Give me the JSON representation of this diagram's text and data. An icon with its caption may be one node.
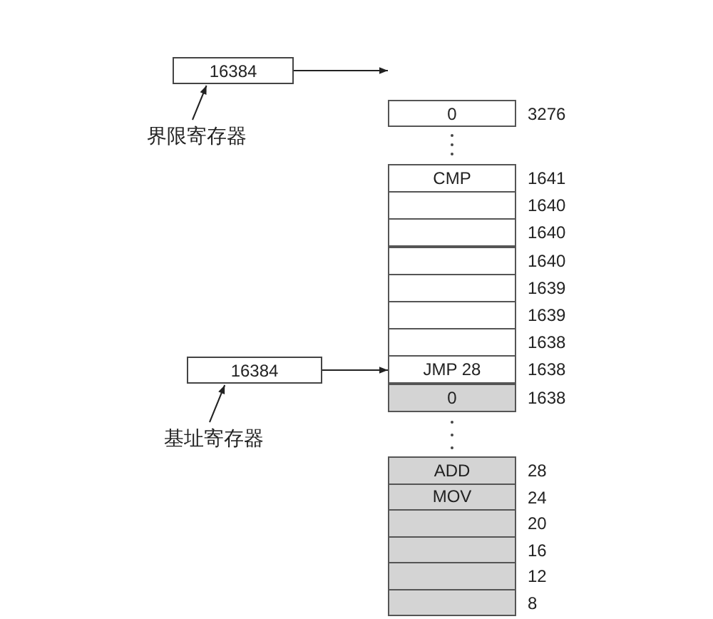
{
  "diagram": {
    "nodes": [
      {
        "text": [
          "16384"
        ]
      },
      {
        "text": [
          "界限寄存器"
        ]
      },
      {
        "text": [
          "0"
        ],
        "beside": [
          "3276"
        ]
      },
      {
        "text": [
          "CMP"
        ],
        "beside": [
          "1641"
        ]
      },
      {
        "text": [],
        "shape": "box",
        "beside": [
          "1640"
        ]
      },
      {
        "text": [],
        "shape": "box",
        "beside": [
          "1640"
        ]
      },
      {
        "text": [],
        "shape": "box",
        "beside": [
          "1640"
        ]
      },
      {
        "text": [],
        "shape": "box",
        "beside": [
          "1639"
        ]
      },
      {
        "text": [],
        "shape": "box",
        "beside": [
          "1639"
        ]
      },
      {
        "text": [],
        "shape": "box",
        "beside": [
          "1638"
        ]
      },
      {
        "text": [
          "16384"
        ]
      },
      {
        "text": [
          "JMP 28"
        ],
        "beside": [
          "1638"
        ]
      },
      {
        "text": [
          "0"
        ],
        "beside": [
          "1638"
        ]
      },
      {
        "text": [
          "基址寄存器"
        ]
      },
      {
        "text": [
          "ADD"
        ],
        "beside": [
          "28"
        ]
      },
      {
        "text": [
          "MOV"
        ],
        "beside": [
          "24"
        ]
      },
      {
        "text": [],
        "shape": "box",
        "beside": [
          "20"
        ]
      },
      {
        "text": [],
        "shape": "box",
        "beside": [
          "16"
        ]
      },
      {
        "text": [],
        "shape": "box",
        "beside": [
          "12"
        ]
      },
      {
        "text": [],
        "shape": "box",
        "beside": [
          "8"
        ]
      }
    ],
    "edges": [
      {
        "from": 1,
        "to": 0,
        "arrow": "to"
      },
      {
        "from": 0,
        "to": 2,
        "arrow": "to"
      },
      {
        "from": 13,
        "to": 10,
        "arrow": "to"
      },
      {
        "from": 10,
        "to": 11,
        "arrow": "to"
      }
    ]
  }
}
